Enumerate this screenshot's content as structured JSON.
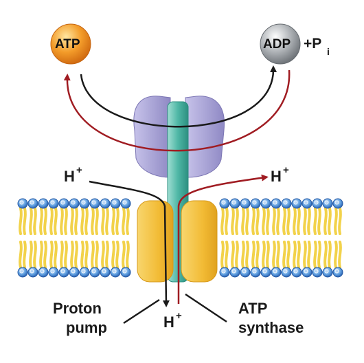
{
  "molecules": {
    "atp": "ATP",
    "adp": "ADP",
    "pi_prefix": "+P",
    "pi_sub": "i"
  },
  "ions": {
    "h": "H",
    "plus": "+"
  },
  "labels": {
    "proton_pump_1": "Proton",
    "proton_pump_2": "pump",
    "atp_synthase_1": "ATP",
    "atp_synthase_2": "synthase"
  },
  "colors": {
    "atp_ball": "#f39c2a",
    "adp_ball": "#aeb2b6",
    "membrane_head": "#3a7fd0",
    "membrane_tail": "#f2d24a",
    "protein_lavender": "#a9a4d6",
    "protein_teal": "#6cc5b5",
    "protein_yellow": "#f5c542",
    "red_arrow": "#a01c22",
    "black_arrow": "#1a1a1a"
  }
}
